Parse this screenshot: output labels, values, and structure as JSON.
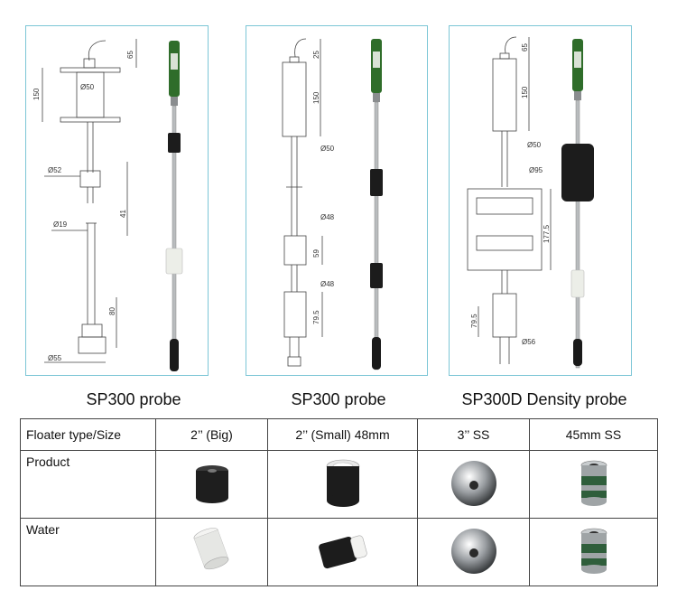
{
  "panels": [
    {
      "caption": "SP300 probe",
      "dims": [
        "Ø50",
        "150",
        "65",
        "Ø52",
        "41",
        "Ø19",
        "80",
        "Ø55"
      ]
    },
    {
      "caption": "SP300 probe",
      "dims": [
        "25",
        "150",
        "Ø50",
        "Ø48",
        "59",
        "Ø48",
        "79.5"
      ]
    },
    {
      "caption": "SP300D Density probe",
      "dims": [
        "65",
        "150",
        "Ø50",
        "Ø95",
        "177.5",
        "79.5",
        "Ø56"
      ]
    }
  ],
  "table": {
    "headers": [
      "Floater type/Size",
      "2’’ (Big)",
      "2’’ (Small) 48mm",
      "3’’ SS",
      "45mm SS"
    ],
    "rows": [
      {
        "label": "Product",
        "floaters": [
          "black-cylinder",
          "white-inner-black-cylinder",
          "steel-ball",
          "steel-green-cylinder"
        ]
      },
      {
        "label": "Water",
        "floaters": [
          "white-cylinder",
          "black-white-cylinder",
          "steel-ball",
          "steel-green-cylinder"
        ]
      }
    ]
  },
  "colors": {
    "panel_border": "#7cc6d6",
    "probe_green": "#2f6d2a",
    "probe_steel": "#b9bcbe"
  }
}
